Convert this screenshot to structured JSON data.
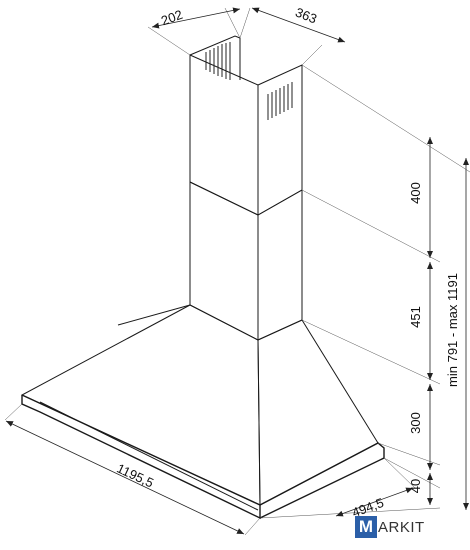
{
  "dimensions": {
    "chimney_depth": "202",
    "chimney_width": "363",
    "upper_chimney_height": "400",
    "lower_chimney_height": "451",
    "canopy_height": "300",
    "rim_height": "40",
    "hood_width": "1195,5",
    "hood_depth": "494,5",
    "total_height": "min 791 - max 1191"
  },
  "logo": {
    "initial": "M",
    "rest": "ARKIT"
  }
}
